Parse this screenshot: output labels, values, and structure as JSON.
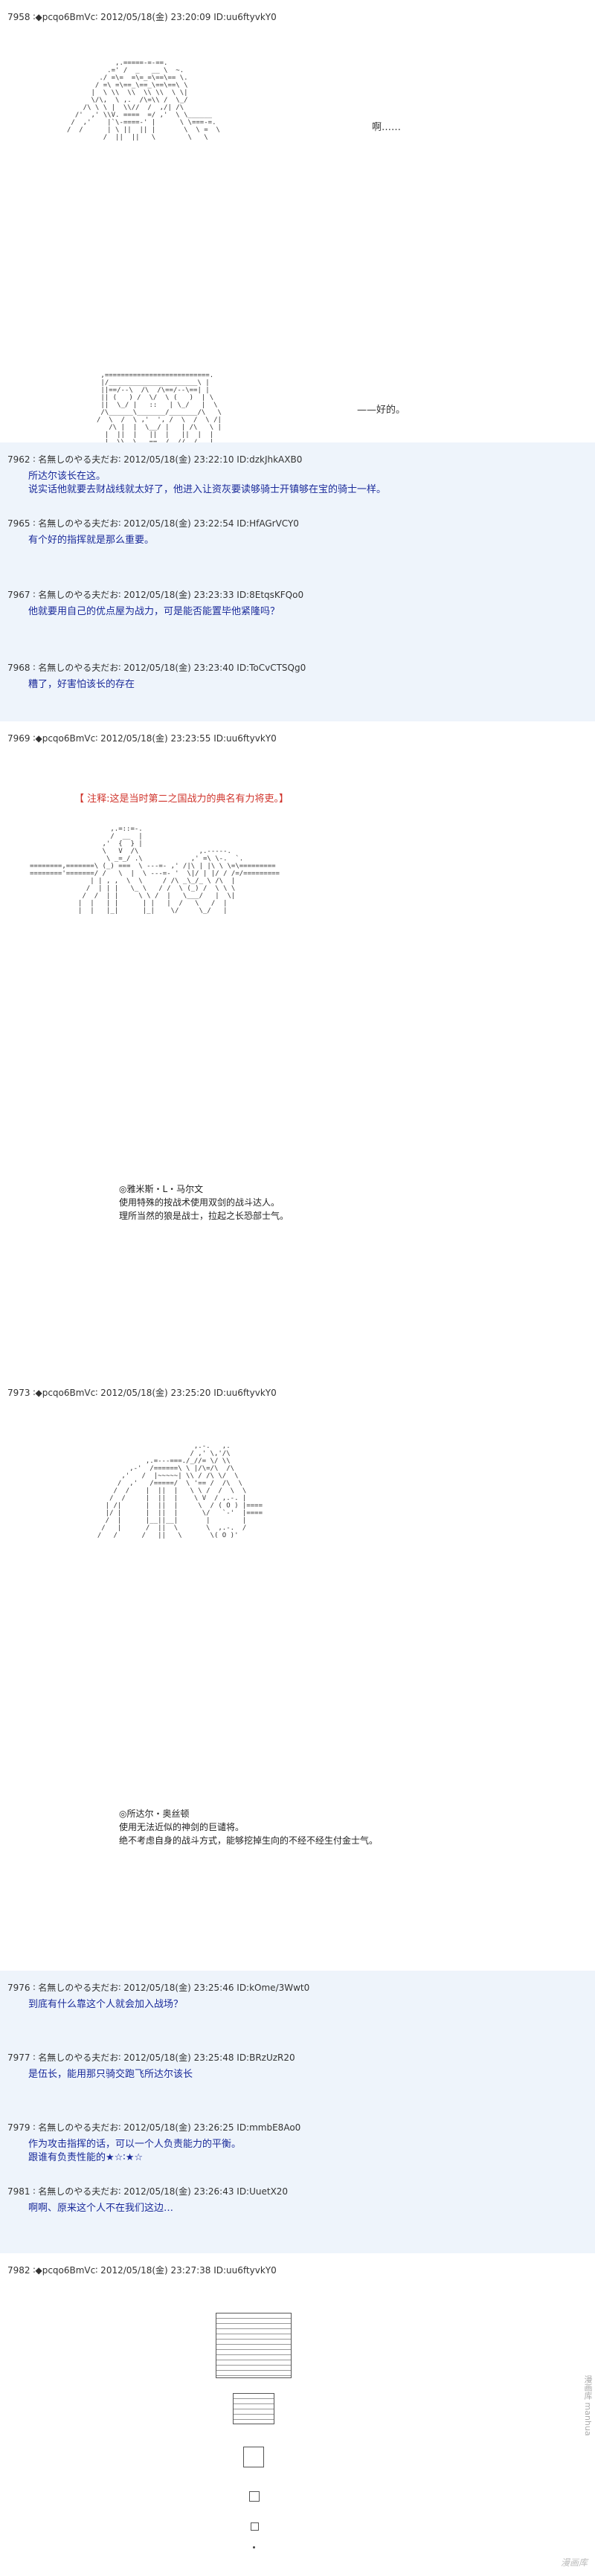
{
  "posts": [
    {
      "header": "7958 ∶◆pcqo6BmVc∶ 2012/05/18(金) 23:20:09 ID:uu6ftyvkY0",
      "lines": []
    },
    {
      "header": "7962 ∶ 名無しのやる夫だお∶ 2012/05/18(金) 23:22:10 ID:dzkJhkAXB0",
      "lines": [
        "所达尔该长在这。",
        "说实话他就要去财战线就太好了，他进入让资灰要读够骑士开镇够在宝的骑士一样。"
      ]
    },
    {
      "header": "7965 ∶ 名無しのやる夫だお∶ 2012/05/18(金) 23:22:54 ID:HfAGrVCY0",
      "lines": [
        "有个好的指挥就是那么重要。"
      ]
    },
    {
      "header": "7967 ∶ 名無しのやる夫だお∶ 2012/05/18(金) 23:23:33 ID:8EtqsKFQo0",
      "lines": [
        "他就要用自己的优点屋为战力，可是能否能置毕他紧隆吗？"
      ]
    },
    {
      "header": "7968 ∶ 名無しのやる夫だお∶ 2012/05/18(金) 23:23:40 ID:ToCvCTSQg0",
      "lines": [
        "糟了，好害怕该长的存在"
      ]
    },
    {
      "header": "7969 ∶◆pcqo6BmVc∶ 2012/05/18(金) 23:23:55 ID:uu6ftyvkY0",
      "lines": []
    },
    {
      "header": "7973 ∶◆pcqo6BmVc∶ 2012/05/18(金) 23:25:20 ID:uu6ftyvkY0",
      "lines": []
    },
    {
      "header": "7976 ∶ 名無しのやる夫だお∶ 2012/05/18(金) 23:25:46 ID:kOme/3Wwt0",
      "lines": [
        "到底有什么靠这个人就会加入战场？"
      ]
    },
    {
      "header": "7977 ∶ 名無しのやる夫だお∶ 2012/05/18(金) 23:25:48 ID:BRzUzR20",
      "lines": [
        "是伍长，能用那只骑交跑飞所达尔该长"
      ]
    },
    {
      "header": "7979 ∶ 名無しのやる夫だお∶ 2012/05/18(金) 23:26:25 ID:mmbE8Ao0",
      "lines": [
        "作为攻击指挥的话，可以一个人负责能力的平衡。",
        "跟谁有负责性能的★☆∶★☆"
      ]
    },
    {
      "header": "7981 ∶ 名無しのやる夫だお∶ 2012/05/18(金) 23:26:43 ID:UuetX20",
      "lines": [
        "啊啊、原来这个人不在我们这边…"
      ]
    },
    {
      "header": "7982 ∶◆pcqo6BmVc∶ 2012/05/18(金) 23:27:38 ID:uu6ftyvkY0",
      "lines": []
    }
  ],
  "scene1": {
    "speech_a": "啊……",
    "speech_b": "——好的。"
  },
  "scene2": {
    "red_note": "【 注释:这是当时第二之国战力的典名有力将吏。】",
    "caption": [
      "◎雅米斯・L・马尔文",
      "使用特殊的按战术使用双剑的战斗达人。",
      "理所当然的狼是战士，拉起之长恐部士气。"
    ]
  },
  "scene3": {
    "caption": [
      "◎所达尔・奥丝顿",
      "使用无法近似的神剑的巨谴将。",
      "绝不考虑自身的战斗方式，能够挖掉生向的不经不经生付金士气。"
    ]
  },
  "watermarks": {
    "side": "漫画库 manhua",
    "corner": "漫画库"
  }
}
